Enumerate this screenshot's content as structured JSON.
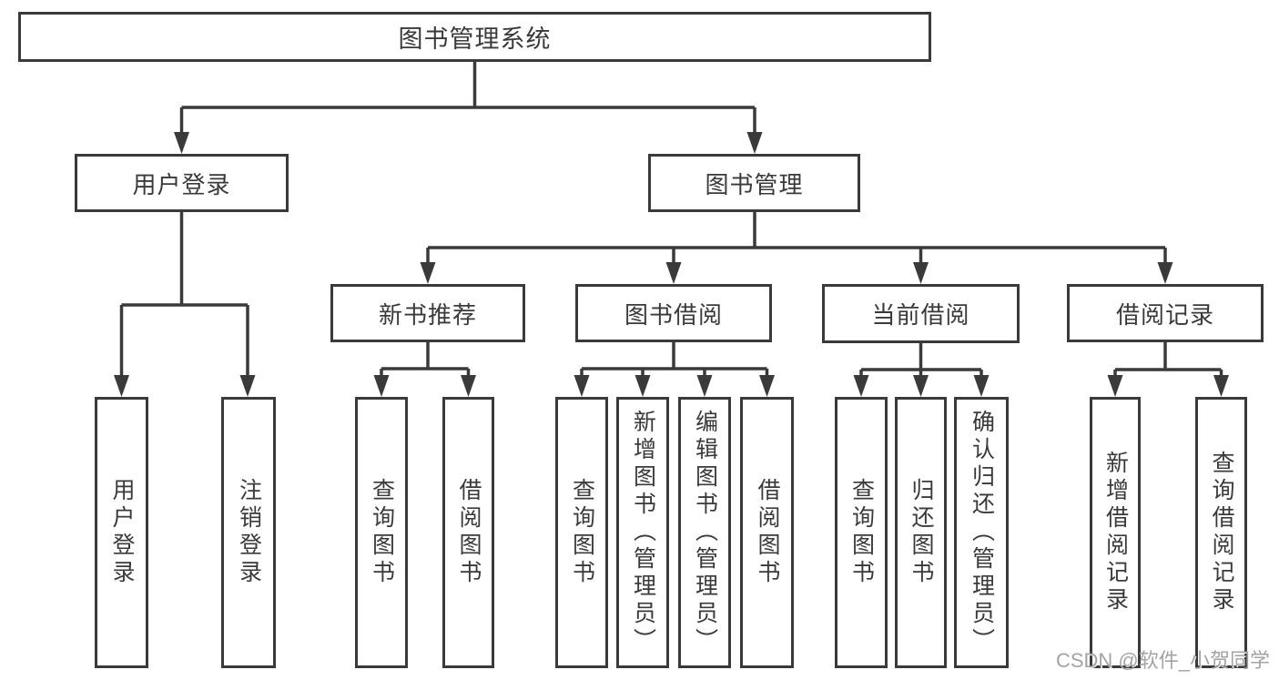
{
  "diagram": {
    "type": "tree-structure-chart",
    "watermark": "CSDN @软件_小贺同学",
    "colors": {
      "line": "#3a3a3a",
      "border": "#3a3a3a",
      "text": "#3a3a3a",
      "background": "#ffffff",
      "watermark": "#9e9e9e"
    },
    "nodes": {
      "root": {
        "label": "图书管理系统"
      },
      "user_login": {
        "label": "用户登录"
      },
      "book_mgmt": {
        "label": "图书管理"
      },
      "new_book_rec": {
        "label": "新书推荐"
      },
      "book_borrow": {
        "label": "图书借阅"
      },
      "current_borrow": {
        "label": "当前借阅"
      },
      "borrow_record": {
        "label": "借阅记录"
      },
      "ul_user_login": {
        "label": "用户登录"
      },
      "ul_logout": {
        "label": "注销登录"
      },
      "nb_query_book": {
        "label": "查询图书"
      },
      "nb_borrow_book": {
        "label": "借阅图书"
      },
      "bb_query_book": {
        "label": "查询图书"
      },
      "bb_add_book": {
        "label": "新增图书（管理员）"
      },
      "bb_edit_book": {
        "label": "编辑图书（管理员）"
      },
      "bb_borrow_book": {
        "label": "借阅图书"
      },
      "cb_query_book": {
        "label": "查询图书"
      },
      "cb_return_book": {
        "label": "归还图书"
      },
      "cb_confirm_return": {
        "label": "确认归还（管理员）"
      },
      "br_add_record": {
        "label": "新增借阅记录"
      },
      "br_query_record": {
        "label": "查询借阅记录"
      }
    },
    "hierarchy": {
      "图书管理系统": [
        "用户登录",
        "图书管理"
      ],
      "用户登录": [
        "用户登录",
        "注销登录"
      ],
      "图书管理": [
        "新书推荐",
        "图书借阅",
        "当前借阅",
        "借阅记录"
      ],
      "新书推荐": [
        "查询图书",
        "借阅图书"
      ],
      "图书借阅": [
        "查询图书",
        "新增图书（管理员）",
        "编辑图书（管理员）",
        "借阅图书"
      ],
      "当前借阅": [
        "查询图书",
        "归还图书",
        "确认归还（管理员）"
      ],
      "借阅记录": [
        "新增借阅记录",
        "查询借阅记录"
      ]
    }
  }
}
